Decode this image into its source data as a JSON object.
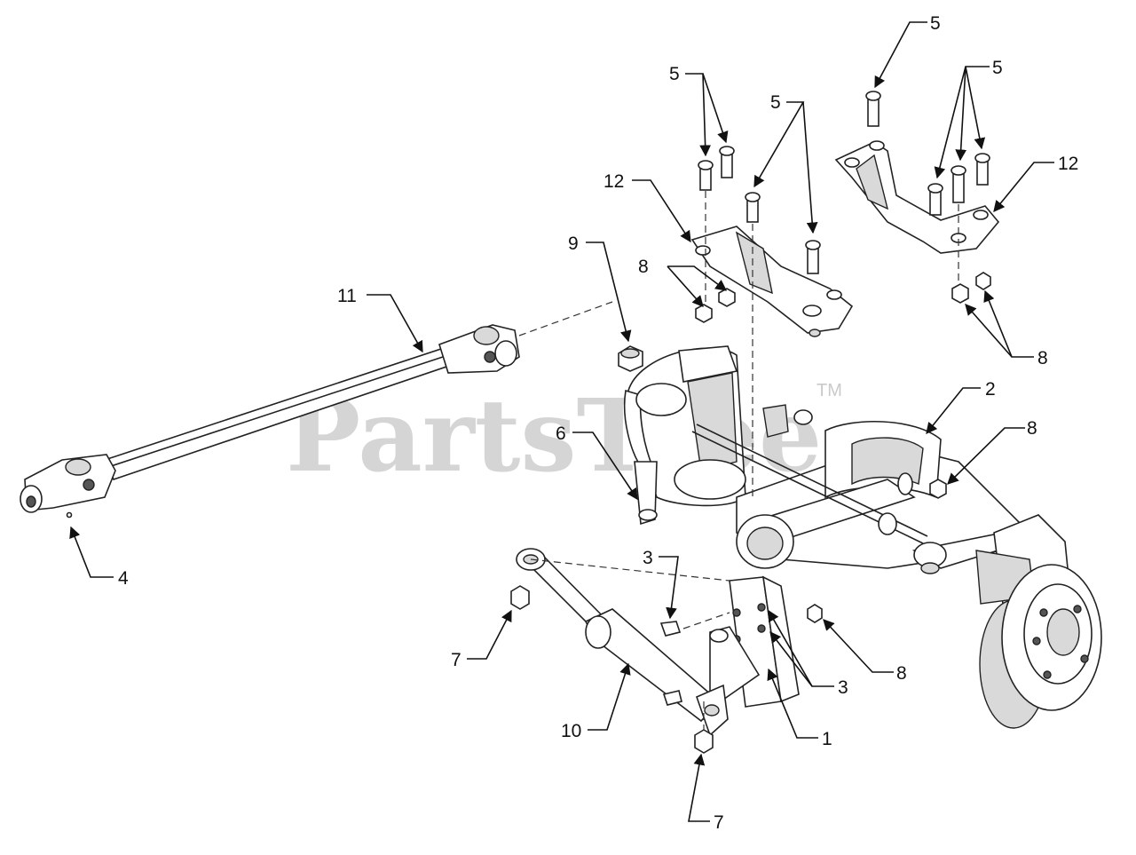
{
  "watermark": {
    "text": "PartsTree",
    "tm": "TM"
  },
  "callouts": {
    "c1": "1",
    "c2": "2",
    "c3a": "3",
    "c3b": "3",
    "c4": "4",
    "c5a": "5",
    "c5b": "5",
    "c5c": "5",
    "c5d": "5",
    "c6": "6",
    "c7a": "7",
    "c7b": "7",
    "c8a": "8",
    "c8b": "8",
    "c8c": "8",
    "c8d": "8",
    "c9": "9",
    "c10": "10",
    "c11": "11",
    "c12a": "12",
    "c12b": "12"
  }
}
